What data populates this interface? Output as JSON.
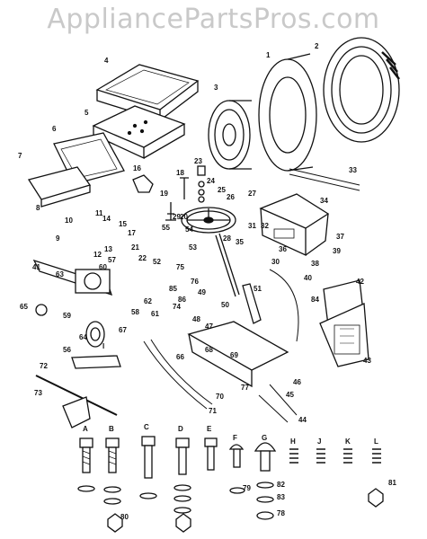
{
  "watermark": "AppliancePartsPros.com",
  "accent": "#111111",
  "part_numbers": [
    "1",
    "2",
    "3",
    "4",
    "5",
    "6",
    "7",
    "8",
    "9",
    "10",
    "11",
    "12",
    "13",
    "14",
    "15",
    "16",
    "17",
    "18",
    "19",
    "20",
    "21",
    "22",
    "23",
    "24",
    "25",
    "26",
    "27",
    "28",
    "29",
    "30",
    "31",
    "32",
    "33",
    "34",
    "35",
    "36",
    "37",
    "38",
    "39",
    "40",
    "41",
    "42",
    "43",
    "44",
    "45",
    "46",
    "47",
    "48",
    "49",
    "50",
    "51",
    "52",
    "53",
    "54",
    "55",
    "56",
    "57",
    "58",
    "59",
    "60",
    "61",
    "62",
    "63",
    "64",
    "65",
    "66",
    "67",
    "68",
    "69",
    "70",
    "71",
    "72",
    "73",
    "74",
    "75",
    "76",
    "77",
    "78",
    "79",
    "80",
    "81",
    "82",
    "83",
    "84",
    "85",
    "86"
  ],
  "letter_codes": [
    "A",
    "B",
    "C",
    "D",
    "E",
    "F",
    "G",
    "H",
    "I",
    "J",
    "K",
    "L"
  ],
  "fastener_letters": [
    "A",
    "B",
    "C",
    "D",
    "E",
    "F",
    "G",
    "H",
    "J",
    "K",
    "L"
  ],
  "fastener_callouts": [
    "15",
    "12",
    "80",
    "17",
    "15",
    "80",
    "79",
    "82",
    "83",
    "78",
    "81"
  ]
}
